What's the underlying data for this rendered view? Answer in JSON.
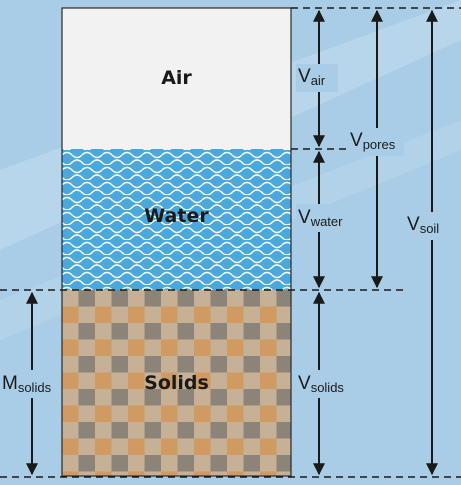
{
  "diagram": {
    "boxes": {
      "air": "Air",
      "water": "Water",
      "solids": "Solids"
    },
    "labels": {
      "v_air": {
        "base": "V",
        "sub": "air"
      },
      "v_pores": {
        "base": "V",
        "sub": "pores"
      },
      "v_water": {
        "base": "V",
        "sub": "water"
      },
      "v_soil": {
        "base": "V",
        "sub": "soil"
      },
      "v_solids": {
        "base": "V",
        "sub": "solids"
      },
      "m_solids": {
        "base": "M",
        "sub": "solids"
      }
    },
    "colors": {
      "background": "#a9cde6",
      "air_fill": "#f2f2f2",
      "water_fill": "#4aa8dc",
      "wave_stroke": "#ffffff",
      "solids_light": "#c6b196",
      "solids_tan": "#cf9b62",
      "solids_grey": "#8d8479",
      "arrow": "#1a1a1a"
    }
  }
}
